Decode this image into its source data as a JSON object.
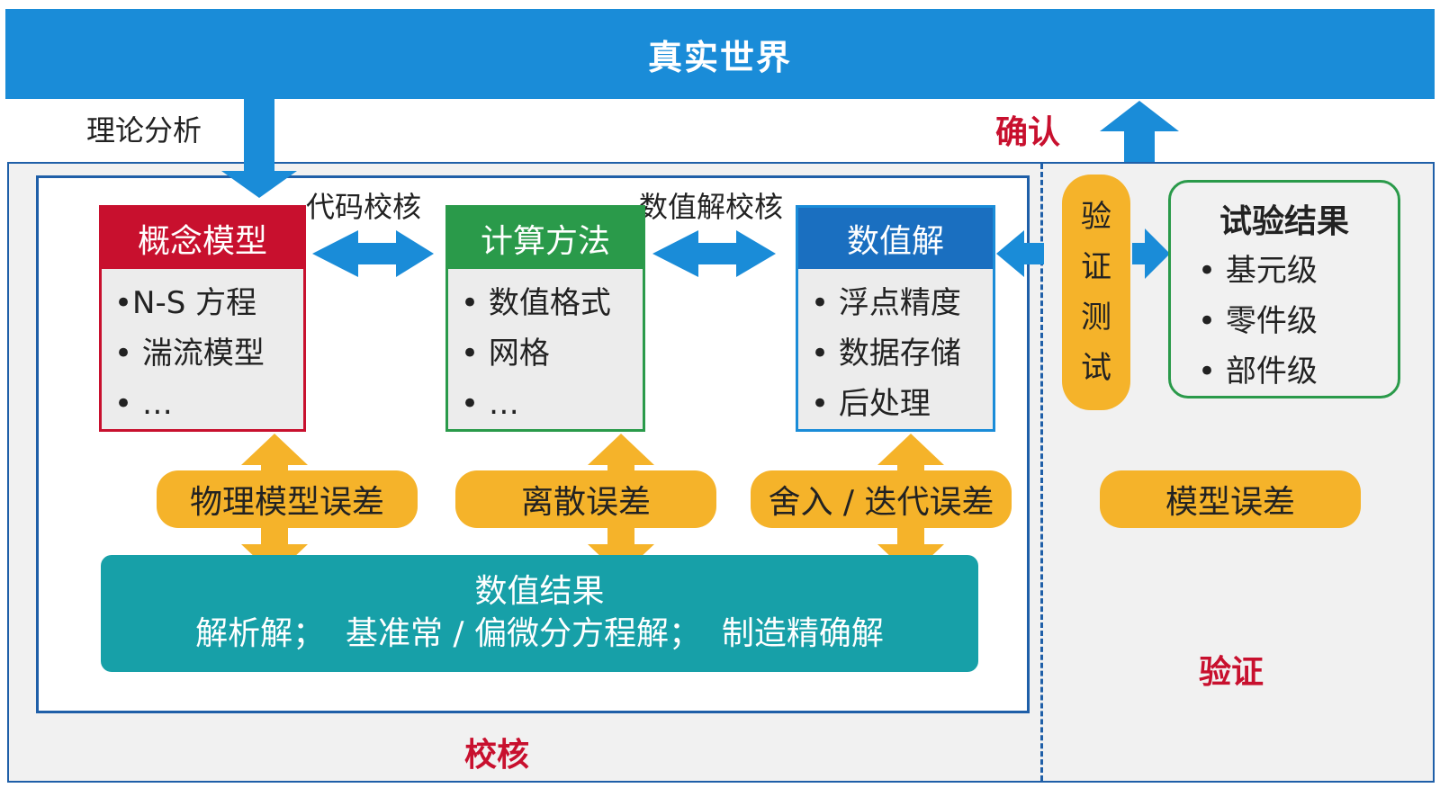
{
  "banner": "真实世界",
  "theory_label": "理论分析",
  "confirm_label": "确认",
  "code_verify_label": "代码校核",
  "numeric_verify_label": "数值解校核",
  "concept": {
    "title": "概念模型",
    "items": [
      "•N-S 方程",
      "• 湍流模型",
      "• …"
    ]
  },
  "method": {
    "title": "计算方法",
    "items": [
      "• 数值格式",
      "• 网格",
      "• …"
    ]
  },
  "numeric": {
    "title": "数值解",
    "items": [
      "• 浮点精度",
      "• 数据存储",
      "• 后处理"
    ]
  },
  "errors": {
    "physical": "物理模型误差",
    "discrete": "离散误差",
    "rounding": "舍入 / 迭代误差",
    "model": "模型误差"
  },
  "result": {
    "title": "数值结果",
    "subtitle": "解析解；  基准常 / 偏微分方程解；  制造精确解"
  },
  "vtest": [
    "验",
    "证",
    "测",
    "试"
  ],
  "test_results": {
    "title": "试验结果",
    "items": [
      "• 基元级",
      "• 零件级",
      "• 部件级"
    ]
  },
  "verification_label": "校核",
  "validation_label": "验证",
  "colors": {
    "blue": "#1a8cd8",
    "dark_blue": "#1f5fa8",
    "red": "#c8102e",
    "green": "#2a9a4a",
    "orange": "#f5b32a",
    "teal": "#17a0a8"
  }
}
